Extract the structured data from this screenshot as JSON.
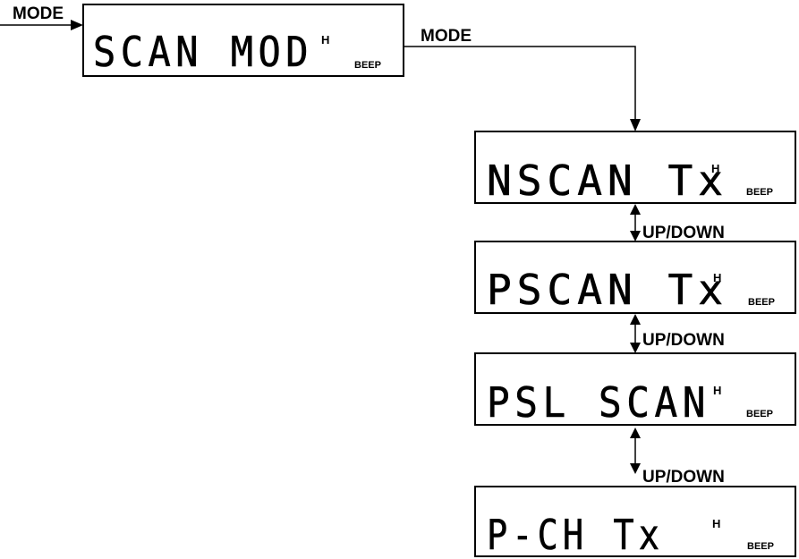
{
  "entry_label": "MODE",
  "transition_label": "MODE",
  "updown_label": "UP/DOWN",
  "screens": {
    "scan_mod": {
      "text": "SCAN MOD",
      "indicator": "H",
      "beep": "BEEP"
    },
    "nscan_tx": {
      "text": "NSCAN Tx",
      "indicator": "H",
      "beep": "BEEP"
    },
    "pscan_tx": {
      "text": "PSCAN Tx",
      "indicator": "H",
      "beep": "BEEP"
    },
    "psl_scan": {
      "text": "PSL SCAN",
      "indicator": "H",
      "beep": "BEEP"
    },
    "p_ch_tx": {
      "text": "P-CH Tx",
      "indicator": "H",
      "beep": "BEEP"
    }
  }
}
